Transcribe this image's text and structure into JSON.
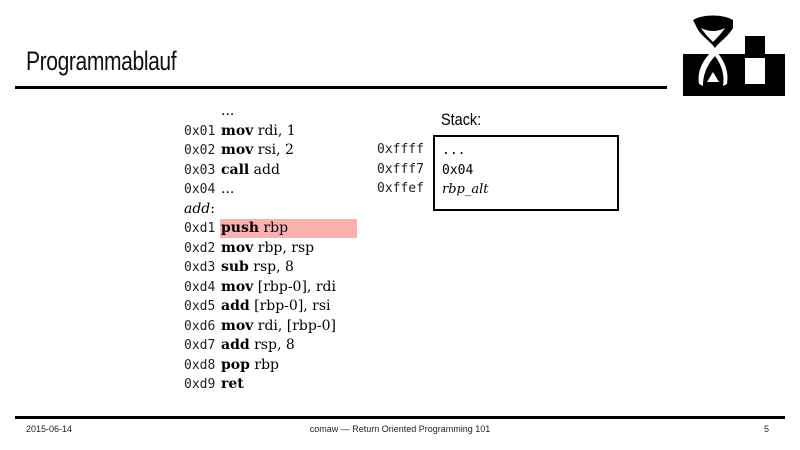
{
  "slide": {
    "title": "Programmablauf",
    "page_number": "5"
  },
  "code": {
    "lines": [
      {
        "addr": "",
        "op": "",
        "args": "...",
        "label": ""
      },
      {
        "addr": "0x01",
        "op": "mov",
        "args": " rdi, 1",
        "label": ""
      },
      {
        "addr": "0x02",
        "op": "mov",
        "args": " rsi, 2",
        "label": ""
      },
      {
        "addr": "0x03",
        "op": "call",
        "args": " add",
        "label": ""
      },
      {
        "addr": "0x04",
        "op": "",
        "args": "...",
        "label": ""
      },
      {
        "addr": "",
        "op": "",
        "args": ":",
        "label": "add"
      },
      {
        "addr": "0xd1",
        "op": "push",
        "args": " rbp",
        "label": "",
        "highlighted": true
      },
      {
        "addr": "0xd2",
        "op": "mov",
        "args": " rbp, rsp",
        "label": ""
      },
      {
        "addr": "0xd3",
        "op": "sub",
        "args": " rsp, 8",
        "label": ""
      },
      {
        "addr": "0xd4",
        "op": "mov",
        "args": " [rbp-0], rdi",
        "label": ""
      },
      {
        "addr": "0xd5",
        "op": "add",
        "args": " [rbp-0], rsi",
        "label": ""
      },
      {
        "addr": "0xd6",
        "op": "mov",
        "args": " rdi, [rbp-0]",
        "label": ""
      },
      {
        "addr": "0xd7",
        "op": "add",
        "args": " rsp, 8",
        "label": ""
      },
      {
        "addr": "0xd8",
        "op": "pop",
        "args": " rbp",
        "label": ""
      },
      {
        "addr": "0xd9",
        "op": "ret",
        "args": "",
        "label": ""
      }
    ],
    "highlight_color": "#fbb0b0"
  },
  "stack": {
    "title": "Stack:",
    "addresses": [
      "0xffff",
      "0xfff7",
      "0xffef"
    ],
    "values": [
      "...",
      "0x04",
      "rbp_alt"
    ]
  },
  "footer": {
    "date": "2015-06-14",
    "center": "comaw — Return Oriented Programming 101",
    "page": "5"
  },
  "logo": {
    "icon": "hourglass-blocks-logo"
  }
}
